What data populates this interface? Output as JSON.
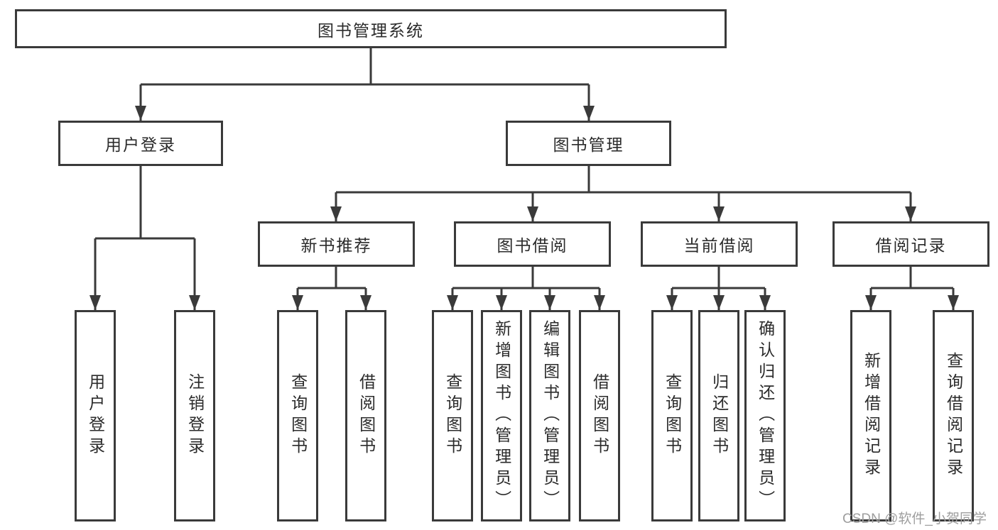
{
  "colors": {
    "line": "#3a3a3a",
    "box_border": "#3a3a3a",
    "text": "#2b2b2b",
    "watermark": "#9e9e9e",
    "background": "#ffffff"
  },
  "watermark": {
    "text": "CSDN @软件_小贺同学"
  },
  "tree": {
    "label": "图书管理系统",
    "children": [
      {
        "label": "用户登录",
        "children": [
          {
            "label": "用户登录"
          },
          {
            "label": "注销登录"
          }
        ]
      },
      {
        "label": "图书管理",
        "children": [
          {
            "label": "新书推荐",
            "children": [
              {
                "label": "查询图书"
              },
              {
                "label": "借阅图书"
              }
            ]
          },
          {
            "label": "图书借阅",
            "children": [
              {
                "label": "查询图书"
              },
              {
                "label": "新增图书（管理员）"
              },
              {
                "label": "编辑图书（管理员）"
              },
              {
                "label": "借阅图书"
              }
            ]
          },
          {
            "label": "当前借阅",
            "children": [
              {
                "label": "查询图书"
              },
              {
                "label": "归还图书"
              },
              {
                "label": "确认归还（管理员）"
              }
            ]
          },
          {
            "label": "借阅记录",
            "children": [
              {
                "label": "新增借阅记录"
              },
              {
                "label": "查询借阅记录"
              }
            ]
          }
        ]
      }
    ]
  }
}
